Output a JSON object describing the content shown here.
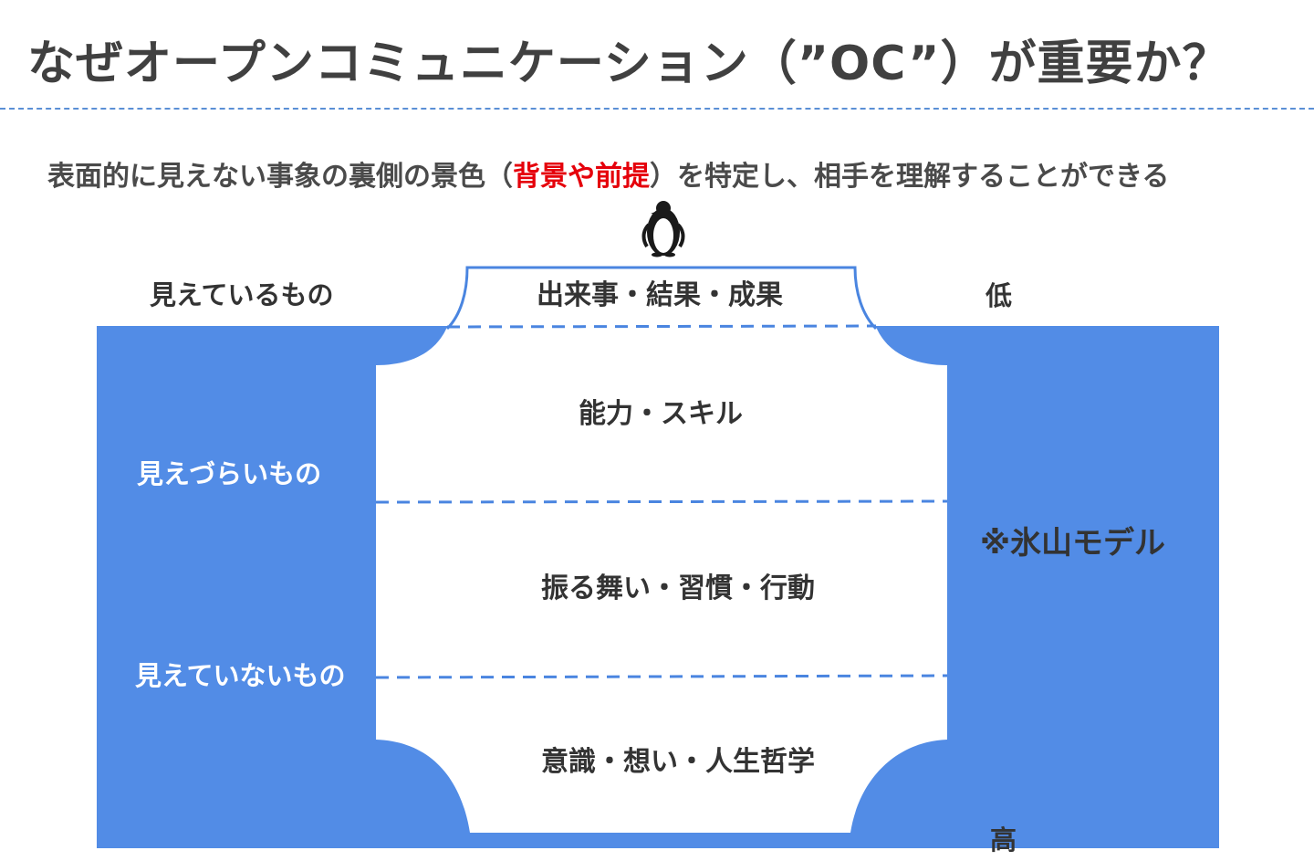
{
  "title": "なぜオープンコミュニケーション（”OC”）が重要か？",
  "subtitle": {
    "before": "表面的に見えない事象の裏側の景色（",
    "highlight": "背景や前提",
    "after": "）を特定し、相手を理解することができる",
    "highlight_color": "#e5000b"
  },
  "visibility_labels": {
    "visible": "見えているもの",
    "hard_to_see": "見えづらいもの",
    "invisible": "見えていないもの"
  },
  "layers": [
    "出来事・結果・成果",
    "能力・スキル",
    "振る舞い・習慣・行動",
    "意識・想い・人生哲学"
  ],
  "scale": {
    "low": "低",
    "high": "高"
  },
  "model_note": "※氷山モデル",
  "icons": {
    "mascot": "penguin-icon"
  },
  "colors": {
    "water": "#528ce6",
    "outline": "#4a85e0",
    "divider": "#5a8fd6"
  }
}
